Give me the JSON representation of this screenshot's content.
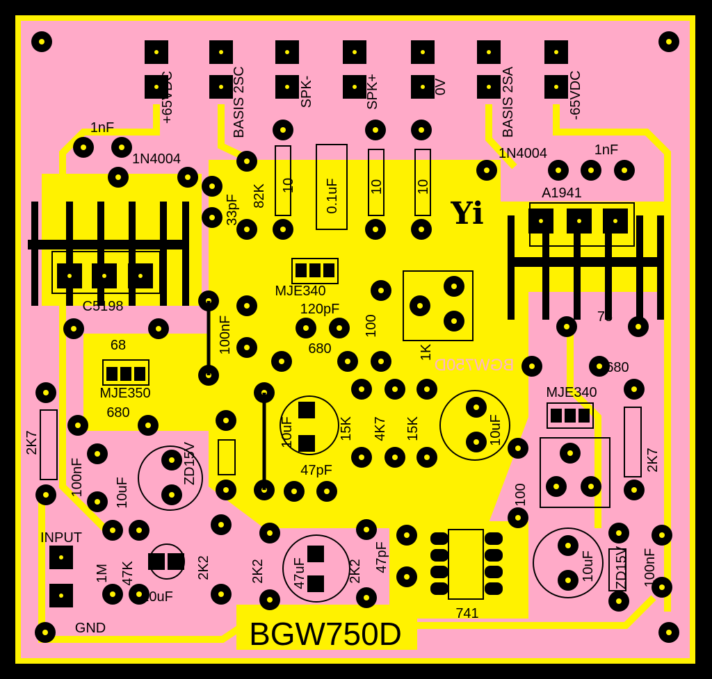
{
  "board": {
    "title": "BGW750D",
    "mirrored_title": "BGW750D",
    "logo": "Yi",
    "colors": {
      "background": "#000000",
      "board": "#ffaac8",
      "copper": "#fff200",
      "pads": "#000000"
    }
  },
  "connectors": [
    {
      "label": "+65VDC"
    },
    {
      "label": "BASIS 2SC"
    },
    {
      "label": "SPK-"
    },
    {
      "label": "SPK+"
    },
    {
      "label": "0V"
    },
    {
      "label": "BASIS 2SA"
    },
    {
      "label": "-65VDC"
    }
  ],
  "input": {
    "label": "INPUT",
    "gnd_label": "GND"
  },
  "components": {
    "c_1nf_l": "1nF",
    "d_1n4004_l": "1N4004",
    "c_33pf": "33pF",
    "r_82k": "82K",
    "r_10_a": "10",
    "c_01uf": "0.1uF",
    "r_10_b": "10",
    "r_10_c": "10",
    "d_1n4004_r": "1N4004",
    "c_1nf_r": "1nF",
    "q_a1941": "A1941",
    "q_c5198": "C5198",
    "q_mje340_top": "MJE340",
    "c_120pf": "120pF",
    "c_100nf_mid": "100nF",
    "r_100_mid": "100",
    "r_680_mid": "680",
    "r_1k": "1K",
    "r_68": "68",
    "r_75": "75",
    "r_680_r": "680",
    "q_mje350": "MJE350",
    "r_680_l": "680",
    "r_2k7_l": "2K7",
    "zd15v_l": "ZD15V",
    "c_10uf_a": "10uF",
    "r_15k_a": "15K",
    "r_4k7": "4K7",
    "r_15k_b": "15K",
    "c_10uf_b": "10uF",
    "q_mje340_r": "MJE340",
    "r_2k7_r": "2K7",
    "c_100nf_l": "100nF",
    "c_10uf_l": "10uF",
    "c_47pf_mid": "47pF",
    "r_100_r": "100",
    "r_1m": "1M",
    "r_47k": "47K",
    "c_10uf_in": "10uF",
    "r_2k2_a": "2K2",
    "r_2k2_b": "2K2",
    "c_47uf": "47uF",
    "r_2k2_c": "2K2",
    "c_47pf_b": "47pF",
    "ic_741": "741",
    "c_10uf_r": "10uF",
    "zd15v_r": "ZD15V",
    "c_100nf_r": "100nF"
  }
}
